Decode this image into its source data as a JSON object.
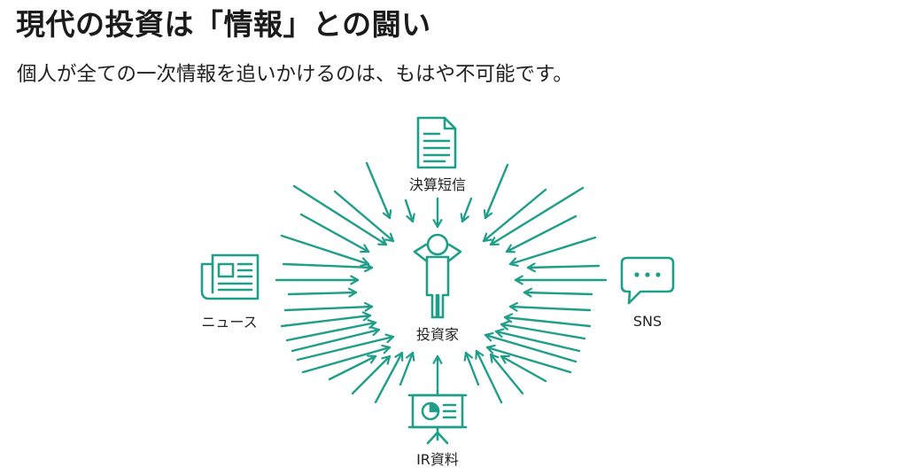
{
  "title": "現代の投資は「情報」との闘い",
  "subtitle": "個人が全ての一次情報を追いかけるのは、もはや不可能です。",
  "diagram": {
    "center_label": "投資家",
    "sources": {
      "top": "決算短信",
      "left": "ニュース",
      "right": "SNS",
      "bottom": "IR資料"
    }
  },
  "colors": {
    "accent": "#1f9e8a",
    "text": "#222222"
  },
  "icons": {
    "center": "investor-stressed-icon",
    "top": "document-icon",
    "left": "newspaper-icon",
    "right": "chat-bubble-icon",
    "bottom": "presentation-board-icon"
  }
}
